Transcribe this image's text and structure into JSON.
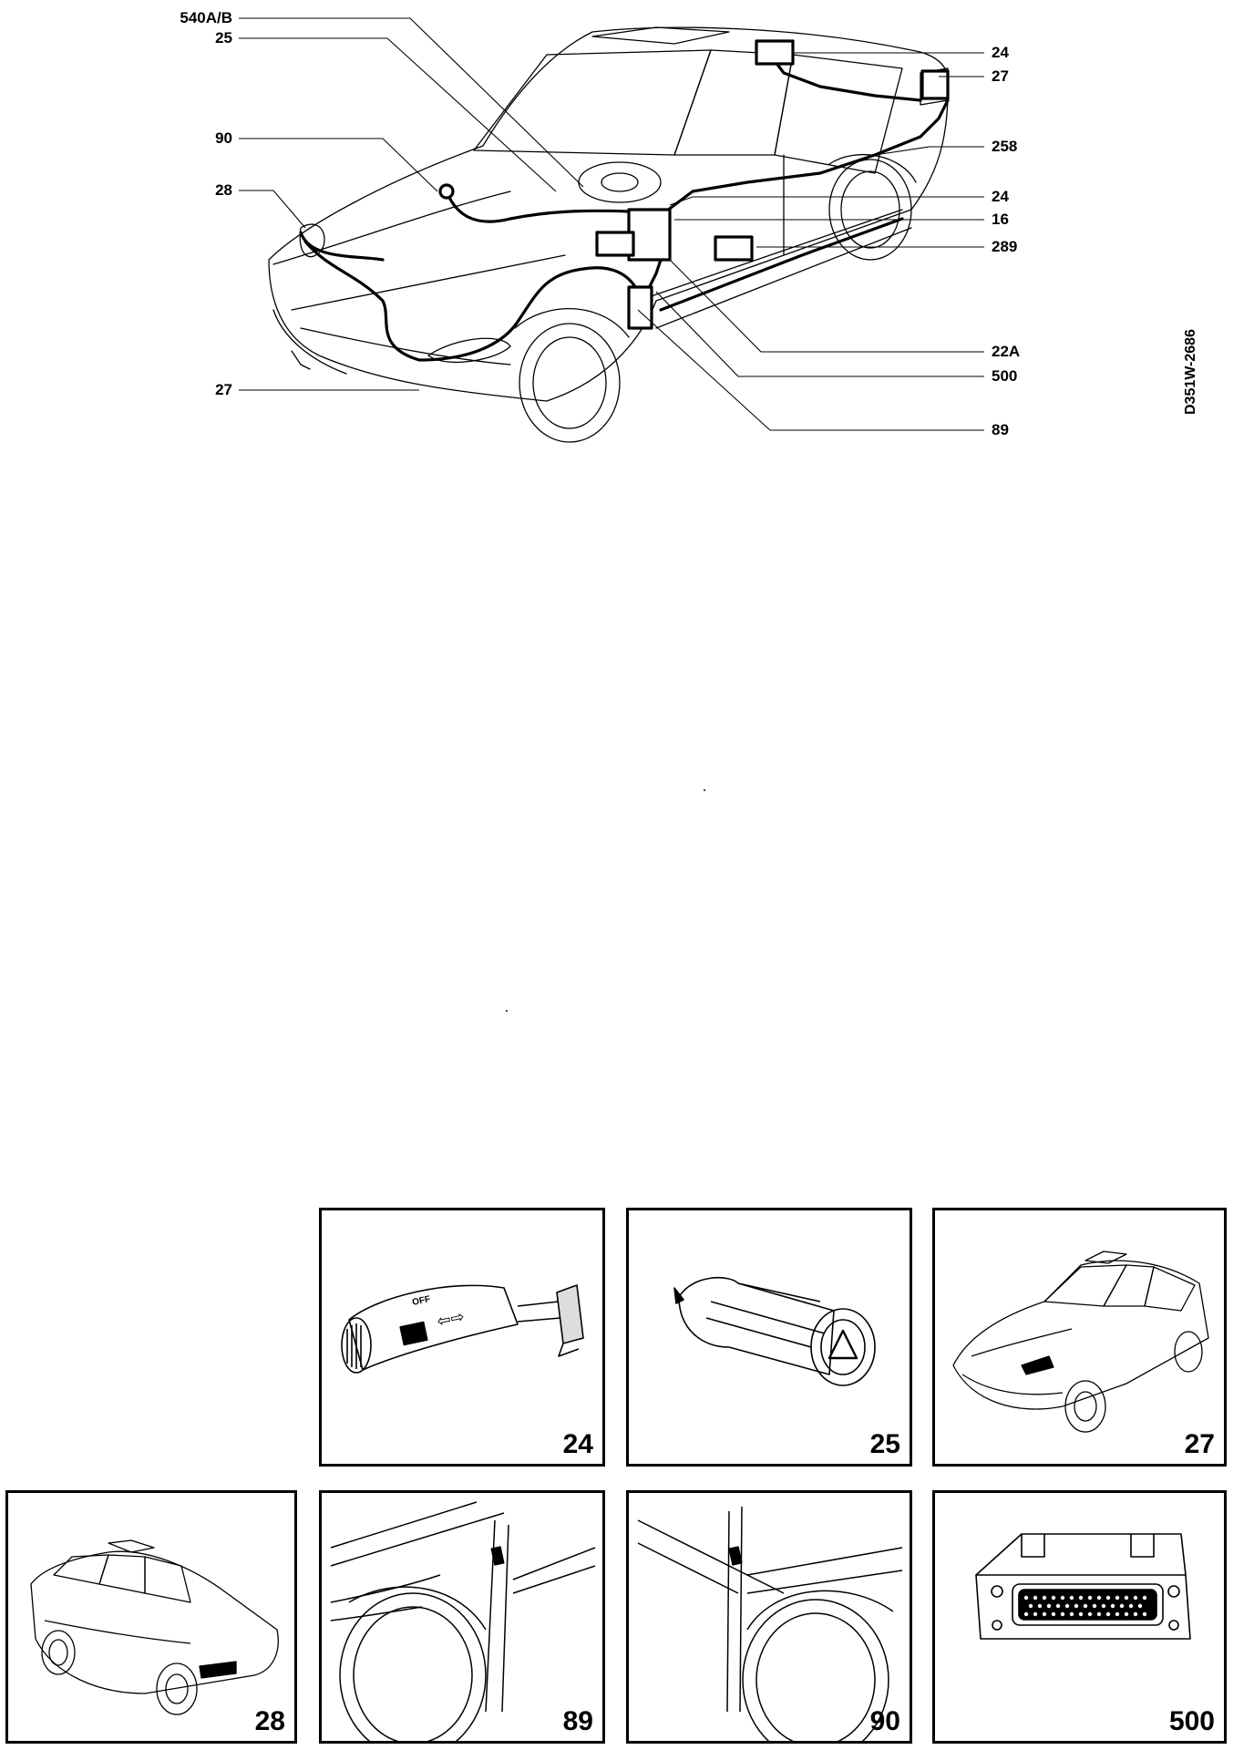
{
  "figure_code": "D351W-2686",
  "callouts_left": [
    "540A/B",
    "25",
    "90",
    "28",
    "27"
  ],
  "callouts_right": [
    "24",
    "27",
    "258",
    "24",
    "16",
    "289",
    "22A",
    "500",
    "89"
  ],
  "panels": [
    {
      "number": "24",
      "icon": "turn-signal-stalk-icon",
      "stalk_text": "OFF",
      "stalk_symbol": "⇦⇨"
    },
    {
      "number": "25",
      "icon": "hazard-switch-icon"
    },
    {
      "number": "27",
      "icon": "car-front-view-icon"
    },
    {
      "number": "28",
      "icon": "car-rear-view-icon"
    },
    {
      "number": "89",
      "icon": "front-wheel-arch-icon"
    },
    {
      "number": "90",
      "icon": "front-wheel-arch-icon"
    },
    {
      "number": "500",
      "icon": "control-module-connector-icon"
    }
  ]
}
